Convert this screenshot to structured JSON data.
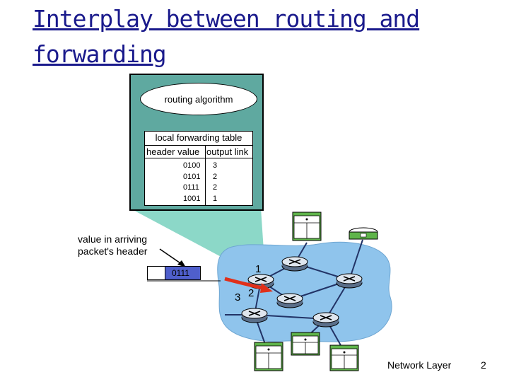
{
  "slide": {
    "title_line1": "Interplay between routing and",
    "title_line2": "forwarding",
    "footer": "Network Layer",
    "page_number": "2"
  },
  "routing": {
    "algorithm_label": "routing algorithm",
    "table_title": "local forwarding table",
    "col_header_value": "header value",
    "col_output_link": "output link",
    "rows": [
      {
        "value": "0100",
        "link": "3"
      },
      {
        "value": "0101",
        "link": "2"
      },
      {
        "value": "0111",
        "link": "2"
      },
      {
        "value": "1001",
        "link": "1"
      }
    ]
  },
  "packet": {
    "arriving_label_line1": "value in arriving",
    "arriving_label_line2": "packet's header",
    "header_value": "0111"
  },
  "ports": {
    "port1": "1",
    "port2": "2",
    "port3": "3"
  },
  "colors": {
    "box_fill": "#5fa9a0",
    "network_cloud": "#8fc4ec",
    "header_fill": "#4f5fcc",
    "arrow": "#e0301a",
    "title": "#1a1a8c"
  }
}
